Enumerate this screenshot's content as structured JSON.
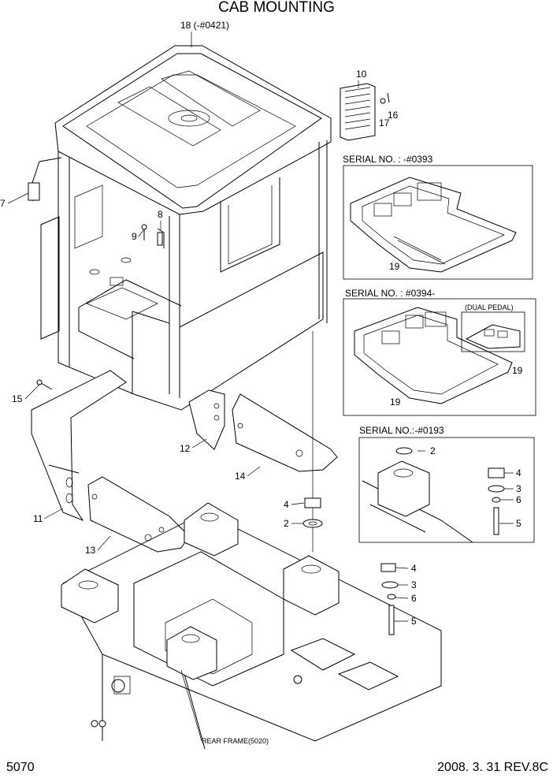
{
  "title": "CAB MOUNTING",
  "page_number": "5070",
  "revision": "2008. 3. 31  REV.8C",
  "callouts": {
    "c18": "18 (-#0421)",
    "c10": "10",
    "c16": "16",
    "c17": "17",
    "c7": "7",
    "c8": "8",
    "c9": "9",
    "c15": "15",
    "c11": "11",
    "c12": "12",
    "c13": "13",
    "c14": "14",
    "c4": "4",
    "c2": "2",
    "c4b": "4",
    "c3b": "3",
    "c6b": "6",
    "c5b": "5",
    "rear_frame": "REAR FRAME(5020)"
  },
  "inset_a": {
    "heading": "SERIAL NO. : -#0393",
    "c19": "19"
  },
  "inset_b": {
    "heading": "SERIAL NO. : #0394-",
    "subheading": "(DUAL PEDAL)",
    "c19a": "19",
    "c19b": "19"
  },
  "inset_c": {
    "heading": "SERIAL NO.:-#0193",
    "c2": "2",
    "c4": "4",
    "c3": "3",
    "c6": "6",
    "c5": "5"
  }
}
